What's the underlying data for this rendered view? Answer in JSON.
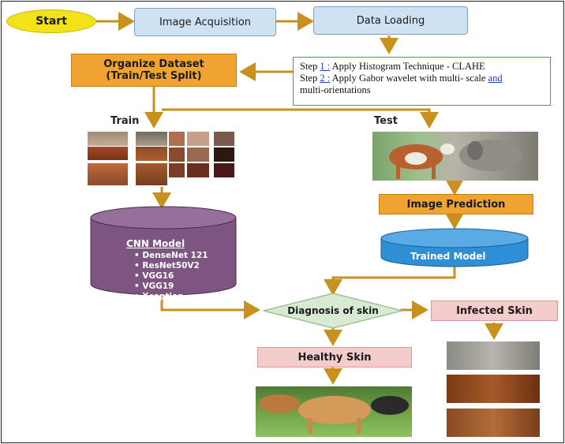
{
  "nodes": {
    "start": "Start",
    "image_acquisition": "Image Acquisition",
    "data_loading": "Data Loading",
    "organize_line1": "Organize Dataset",
    "organize_line2": "(Train/Test Split)",
    "step1_prefix": "Step ",
    "step1_num": "1 :",
    "step1_text": " Apply Histogram Technique - CLAHE",
    "step2_prefix": "Step ",
    "step2_num": "2 :",
    "step2_text": " Apply Gabor wavelet with multi- scale ",
    "step2_and": "and",
    "step2_tail": "multi-orientations",
    "train": "Train",
    "test": "Test",
    "cnn_model": "CNN Model",
    "models": [
      "DenseNet 121",
      "ResNet50V2",
      "VGG16",
      "VGG19",
      "Xception"
    ],
    "image_prediction": "Image Prediction",
    "trained_model": "Trained Model",
    "diagnosis": "Diagnosis of skin",
    "infected_skin": "Infected Skin",
    "healthy_skin": "Healthy Skin"
  },
  "colors": {
    "arrow": "#c8901c",
    "start_fill": "#f2e21a",
    "cylinder_purple": "#7e5580",
    "cylinder_blue": "#2e8fd6",
    "diamond_fill": "#d9ead3",
    "orange_box": "#f0a330",
    "pink_box": "#f4cccc",
    "blue_box": "#cfe2f3"
  }
}
